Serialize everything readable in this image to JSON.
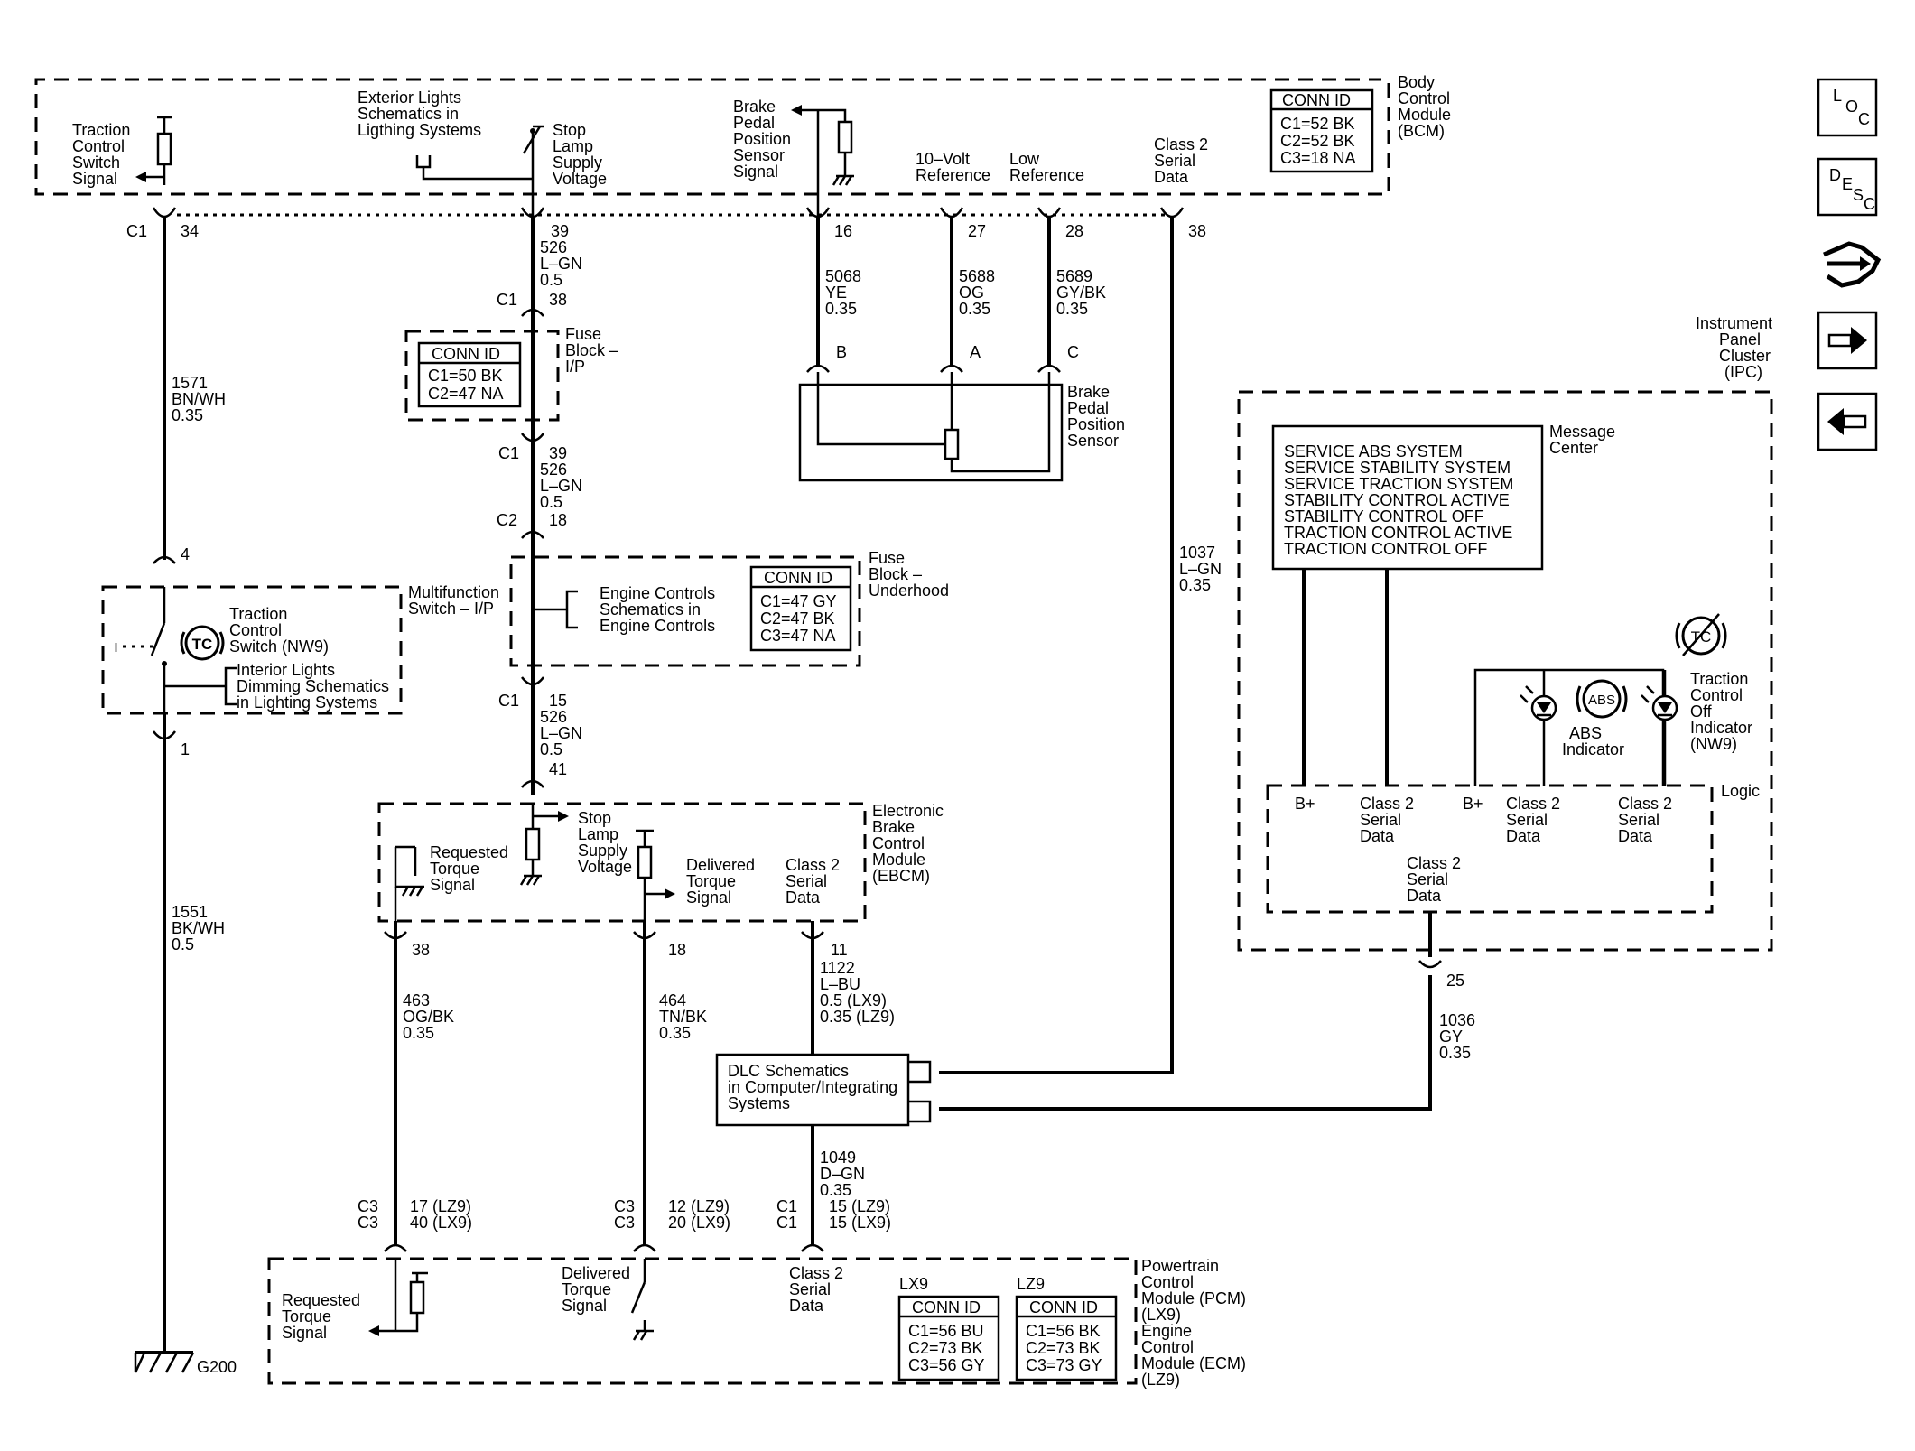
{
  "modules": {
    "bcm": {
      "label": [
        "Body",
        "Control",
        "Module",
        "(BCM)"
      ],
      "conn_title": "CONN ID",
      "conn": [
        "C1=52 BK",
        "C2=52 BK",
        "C3=18 NA"
      ]
    },
    "fuse_ip": {
      "label": [
        "Fuse",
        "Block –",
        "I/P"
      ],
      "conn_title": "CONN ID",
      "conn": [
        "C1=50 BK",
        "C2=47 NA"
      ]
    },
    "fuse_uh": {
      "label": [
        "Fuse",
        "Block –",
        "Underhood"
      ],
      "conn_title": "CONN ID",
      "conn": [
        "C1=47 GY",
        "C2=47 BK",
        "C3=47 NA"
      ]
    },
    "multifunction": {
      "label": [
        "Multifunction",
        "Switch – I/P"
      ]
    },
    "ebcm": {
      "label": [
        "Electronic",
        "Brake",
        "Control",
        "Module",
        "(EBCM)"
      ]
    },
    "pcm": {
      "label": [
        "Powertrain",
        "Control",
        "Module (PCM)",
        "(LX9)",
        "Engine",
        "Control",
        "Module (ECM)",
        "(LZ9)"
      ],
      "lx9_title": "LX9",
      "lz9_title": "LZ9",
      "conn_title": "CONN ID",
      "lx9_conn": [
        "C1=56 BU",
        "C2=73 BK",
        "C3=56 GY"
      ],
      "lz9_conn": [
        "C1=56 BK",
        "C2=73 BK",
        "C3=73 GY"
      ]
    },
    "ipc": {
      "label": [
        "Instrument",
        "Panel",
        "Cluster",
        "(IPC)"
      ]
    },
    "bpp_sensor": {
      "label": [
        "Brake",
        "Pedal",
        "Position",
        "Sensor"
      ]
    },
    "dlc": {
      "label": [
        "DLC Schematics",
        "in Computer/Integrating",
        "Systems"
      ]
    }
  },
  "bcm_signals": {
    "traction_switch": [
      "Traction",
      "Control",
      "Switch",
      "Signal"
    ],
    "exterior_lights": [
      "Exterior Lights",
      "Schematics in",
      "Ligthing Systems"
    ],
    "stop_lamp": [
      "Stop",
      "Lamp",
      "Supply",
      "Voltage"
    ],
    "bpp_signal": [
      "Brake",
      "Pedal",
      "Position",
      "Sensor",
      "Signal"
    ],
    "ten_volt": [
      "10–Volt",
      "Reference"
    ],
    "low_ref": [
      "Low",
      "Reference"
    ],
    "class2": [
      "Class 2",
      "Serial",
      "Data"
    ]
  },
  "switch": {
    "traction_label": [
      "Traction",
      "Control",
      "Switch (NW9)"
    ],
    "tc_icon": "TC",
    "interior_lights": [
      "Interior Lights",
      "Dimming Schematics",
      "in Lighting Systems"
    ]
  },
  "engine_controls": [
    "Engine Controls",
    "Schematics in",
    "Engine Controls"
  ],
  "ebcm_signals": {
    "requested": [
      "Requested",
      "Torque",
      "Signal"
    ],
    "stop_lamp": [
      "Stop",
      "Lamp",
      "Supply",
      "Voltage"
    ],
    "delivered": [
      "Delivered",
      "Torque",
      "Signal"
    ],
    "class2": [
      "Class 2",
      "Serial",
      "Data"
    ]
  },
  "pcm_signals": {
    "requested": [
      "Requested",
      "Torque",
      "Signal"
    ],
    "delivered": [
      "Delivered",
      "Torque",
      "Signal"
    ],
    "class2": [
      "Class 2",
      "Serial",
      "Data"
    ]
  },
  "ipc": {
    "message_center": [
      "Message",
      "Center"
    ],
    "messages": [
      "SERVICE ABS SYSTEM",
      "SERVICE STABILITY SYSTEM",
      "SERVICE TRACTION SYSTEM",
      "STABILITY CONTROL ACTIVE",
      "STABILITY CONTROL OFF",
      "TRACTION CONTROL ACTIVE",
      "TRACTION CONTROL OFF"
    ],
    "abs_icon": "ABS",
    "abs_label": [
      "ABS",
      "Indicator"
    ],
    "tc_off_label": [
      "Traction",
      "Control",
      "Off",
      "Indicator",
      "(NW9)"
    ],
    "tc_off_icon": "TC",
    "logic": "Logic",
    "bplus": "B+",
    "class2": [
      "Class 2",
      "Serial",
      "Data"
    ]
  },
  "wires": {
    "w1571": [
      "1571",
      "BN/WH",
      "0.35"
    ],
    "w1551": [
      "1551",
      "BK/WH",
      "0.5"
    ],
    "w526a": [
      "526",
      "L–GN",
      "0.5"
    ],
    "w526b": [
      "526",
      "L–GN",
      "0.5"
    ],
    "w526c": [
      "526",
      "L–GN",
      "0.5"
    ],
    "w5068": [
      "5068",
      "YE",
      "0.35"
    ],
    "w5688": [
      "5688",
      "OG",
      "0.35"
    ],
    "w5689": [
      "5689",
      "GY/BK",
      "0.35"
    ],
    "w1037": [
      "1037",
      "L–GN",
      "0.35"
    ],
    "w463": [
      "463",
      "OG/BK",
      "0.35"
    ],
    "w464": [
      "464",
      "TN/BK",
      "0.35"
    ],
    "w1122": [
      "1122",
      "L–BU",
      "0.5 (LX9)",
      "0.35 (LZ9)"
    ],
    "w1049": [
      "1049",
      "D–GN",
      "0.35"
    ],
    "w1036": [
      "1036",
      "GY",
      "0.35"
    ]
  },
  "pins": {
    "c1_34": [
      "C1",
      "34"
    ],
    "p39": "39",
    "c1_38": [
      "C1",
      "38"
    ],
    "c1_39": [
      "C1",
      "39"
    ],
    "c2_18": [
      "C2",
      "18"
    ],
    "c1_15": [
      "C1",
      "15"
    ],
    "p41": "41",
    "p16": "16",
    "p27": "27",
    "p28": "28",
    "p38top": "38",
    "pB": "B",
    "pA": "A",
    "pC": "C",
    "p4": "4",
    "p1": "1",
    "p38": "38",
    "p18": "18",
    "p11": "11",
    "p25": "25",
    "c3a": [
      "C3",
      "C3"
    ],
    "pin_463": [
      "17 (LZ9)",
      "40 (LX9)"
    ],
    "c3b": [
      "C3",
      "C3"
    ],
    "pin_464": [
      "12 (LZ9)",
      "20 (LX9)"
    ],
    "c1c1": [
      "C1",
      "C1"
    ],
    "pin_1049": [
      "15 (LZ9)",
      "15 (LX9)"
    ]
  },
  "ground": "G200",
  "nav": {
    "loc": [
      "L",
      "O",
      "C"
    ],
    "desc": [
      "D",
      "E",
      "S",
      "C"
    ],
    "icons": [
      "location-icon",
      "description-icon",
      "harness-icon",
      "arrow-right-icon",
      "arrow-left-icon"
    ]
  }
}
